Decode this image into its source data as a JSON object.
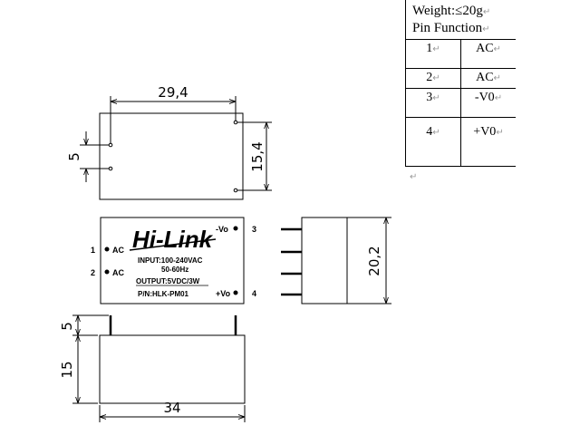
{
  "spec_table": {
    "weight_line": "Weight:≤20g",
    "pin_function_header": "Pin Function",
    "rows": [
      {
        "pin": "1",
        "function": "AC"
      },
      {
        "pin": "2",
        "function": "AC"
      },
      {
        "pin": "3",
        "function": "-V0"
      },
      {
        "pin": "4",
        "function": "+V0"
      }
    ],
    "paragraph_mark": "↵"
  },
  "dimensions": {
    "top_width": "29,4",
    "left_pin_spacing": "5",
    "right_pin_spacing": "15,4",
    "side_height": "20,2",
    "pin_length": "5",
    "body_height": "15",
    "bottom_width": "34"
  },
  "module": {
    "logo": "Hi-Link",
    "input_line": "INPUT:100-240VAC",
    "freq_line": "50-60Hz",
    "output_line": "OUTPUT:5VDC/3W",
    "part_number": "P/N:HLK-PM01",
    "pin_labels": {
      "pin1_num": "1",
      "pin1_name": "AC",
      "pin2_num": "2",
      "pin2_name": "AC",
      "pin3_name": "-Vo",
      "pin3_num": "3",
      "pin4_name": "+Vo",
      "pin4_num": "4"
    }
  }
}
